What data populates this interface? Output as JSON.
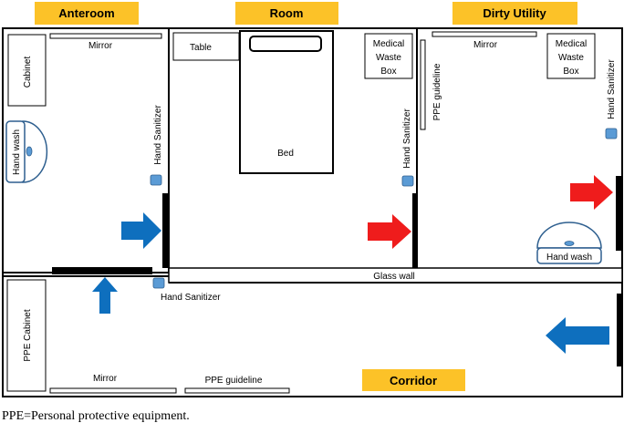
{
  "rooms": {
    "anteroom": "Anteroom",
    "room": "Room",
    "dirty_utility": "Dirty Utility",
    "corridor": "Corridor"
  },
  "labels": {
    "mirror": "Mirror",
    "cabinet": "Cabinet",
    "hand_wash": "Hand wash",
    "hand_sanitizer": "Hand Sanitizer",
    "table": "Table",
    "bed": "Bed",
    "medical_waste_box": [
      "Medical",
      "Waste",
      "Box"
    ],
    "ppe_guideline": "PPE guideline",
    "glass_wall": "Glass wall",
    "ppe_cabinet": "PPE Cabinet"
  },
  "footnote": "PPE=Personal protective equipment.",
  "colors": {
    "header_fill": "#fcc228",
    "blue_arrow": "#0e6fbe",
    "red_arrow": "#ef1c1c",
    "sanitizer_fill": "#5b9bd5",
    "sanitizer_stroke": "#2e5f8f",
    "hand_wash_stroke": "#2e5f8f"
  }
}
